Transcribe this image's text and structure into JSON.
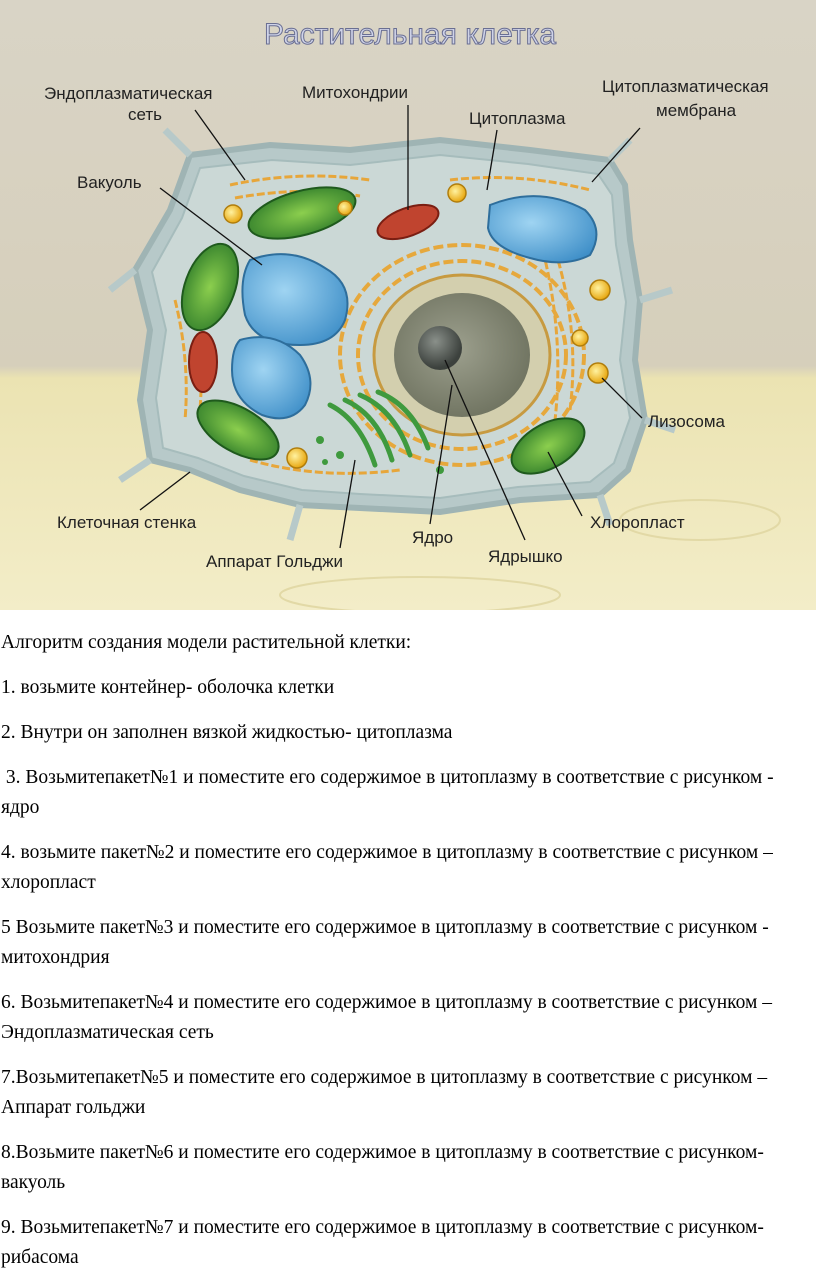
{
  "figure": {
    "title": "Растительная клетка",
    "labels": {
      "er": [
        "Эндоплазматическая",
        "сеть"
      ],
      "mitochondria": "Митохондрии",
      "cytoplasm": "Цитоплазма",
      "membrane": [
        "Цитоплазматическая",
        "мембрана"
      ],
      "vacuole": "Вакуоль",
      "lysosome": "Лизосома",
      "cell_wall": "Клеточная стенка",
      "chloroplast": "Хлоропласт",
      "nucleus": "Ядро",
      "golgi": "Аппарат Гольджи",
      "nucleolus": "Ядрышко"
    },
    "colors": {
      "background_top": "#d7d2c4",
      "background_bottom": "#e9e1ae",
      "cell": "#c9d6d6",
      "vacuole": "#7fc2e8",
      "chloroplast": "#5aa83a",
      "mitochondria": "#c0442f",
      "nucleus": "#b8b49a",
      "nucleolus": "#5e645f",
      "golgi": "#3f9a3e",
      "lysosome": "#f2c02a"
    }
  },
  "text": {
    "heading": "Алгоритм создания модели растительной клетки:",
    "steps": [
      "1. возьмите контейнер- оболочка клетки",
      "2. Внутри он заполнен вязкой жидкостью- цитоплазма",
      " 3. Возьмитепакет№1 и поместите его содержимое в цитоплазму в соответствие с рисунком - ядро",
      "4. возьмите пакет№2 и поместите его содержимое в цитоплазму в соответствие с рисунком – хлоропласт",
      "5 Возьмите пакет№3 и поместите его содержимое в цитоплазму в соответствие с рисунком - митохондрия",
      "6. Возьмитепакет№4 и поместите его содержимое в цитоплазму в соответствие с рисунком –Эндоплазматическая сеть",
      "7.Возьмитепакет№5 и поместите его содержимое в цитоплазму в соответствие с рисунком – Аппарат гольджи",
      "8.Возьмите пакет№6 и поместите его содержимое в цитоплазму в соответствие с рисунком- вакуоль",
      "9. Возьмитепакет№7 и поместите его содержимое в цитоплазму в соответствие с рисунком- рибасома"
    ]
  }
}
